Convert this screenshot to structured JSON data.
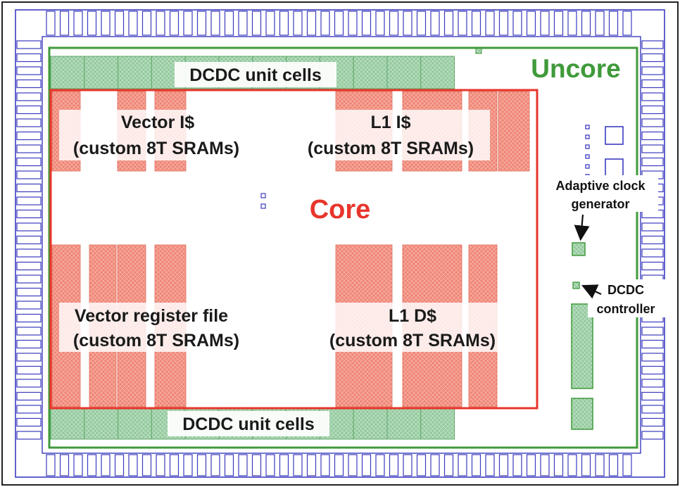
{
  "colors": {
    "pad_stroke": "#3b3bbf",
    "uncore": "#3f9a3a",
    "core": "#e8352b",
    "sram_fill": "#ee8070",
    "dcdc_fill": "#8fc79a",
    "label_bg": "#ffffff"
  },
  "labels": {
    "dcdc_top": "DCDC unit cells",
    "dcdc_bottom": "DCDC unit cells",
    "uncore": "Uncore",
    "core": "Core",
    "vector_icache_line1": "Vector I$",
    "vector_icache_line2": "(custom 8T SRAMs)",
    "l1_icache_line1": "L1 I$",
    "l1_icache_line2": "(custom 8T SRAMs)",
    "vrf_line1": "Vector register file",
    "vrf_line2": "(custom 8T SRAMs)",
    "l1_dcache_line1": "L1 D$",
    "l1_dcache_line2": "(custom 8T SRAMs)",
    "clock_gen_line1": "Adaptive clock",
    "clock_gen_line2": "generator",
    "dcdc_ctrl_line1": "DCDC",
    "dcdc_ctrl_line2": "controller"
  }
}
